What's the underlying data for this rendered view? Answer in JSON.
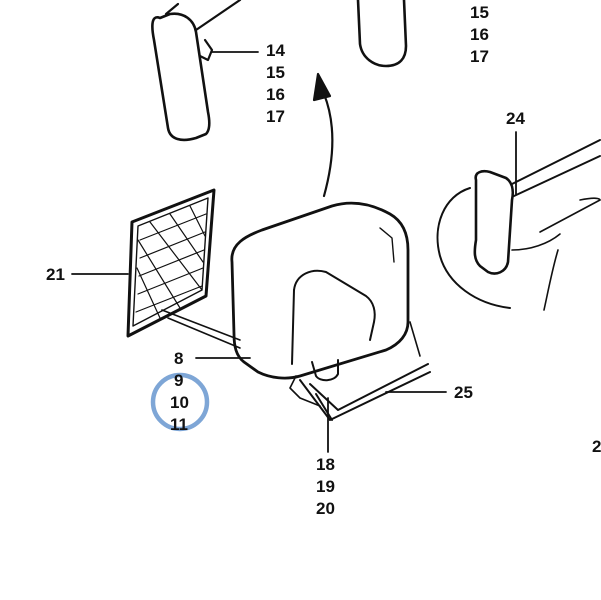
{
  "callouts": {
    "top_right_group": [
      "15",
      "16",
      "17"
    ],
    "mirror_top_group": [
      "14",
      "15",
      "16",
      "17"
    ],
    "label_24": "24",
    "label_21": "21",
    "left_group": [
      "8",
      "9",
      "10",
      "11"
    ],
    "label_25": "25",
    "bottom_group": [
      "18",
      "19",
      "20"
    ],
    "edge_fragment": "2"
  },
  "highlight": {
    "target": "10",
    "color": "#7ea6d6"
  },
  "colors": {
    "line": "#111111",
    "paper": "#ffffff"
  }
}
